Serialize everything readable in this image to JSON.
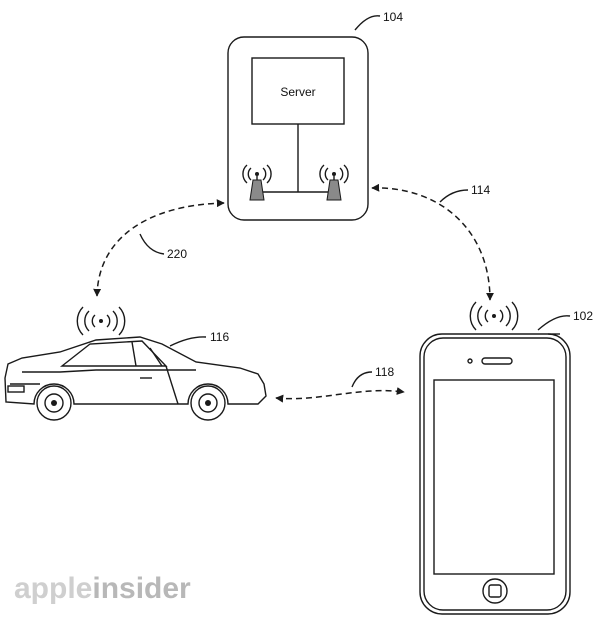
{
  "server": {
    "label": "Server"
  },
  "references": {
    "server_device": "104",
    "mobile_device": "102",
    "vehicle": "116",
    "server_mobile_link": "114",
    "server_vehicle_link": "220",
    "vehicle_mobile_link": "118"
  },
  "watermark": {
    "part1": "apple",
    "part2": "insider"
  },
  "icons": [
    "antenna-icon",
    "wireless-signal-icon",
    "car-icon",
    "smartphone-icon"
  ],
  "colors": {
    "line": "#1a1a1a",
    "watermark_light": "#cfcfcf",
    "watermark_dark": "#b8b8b8"
  }
}
